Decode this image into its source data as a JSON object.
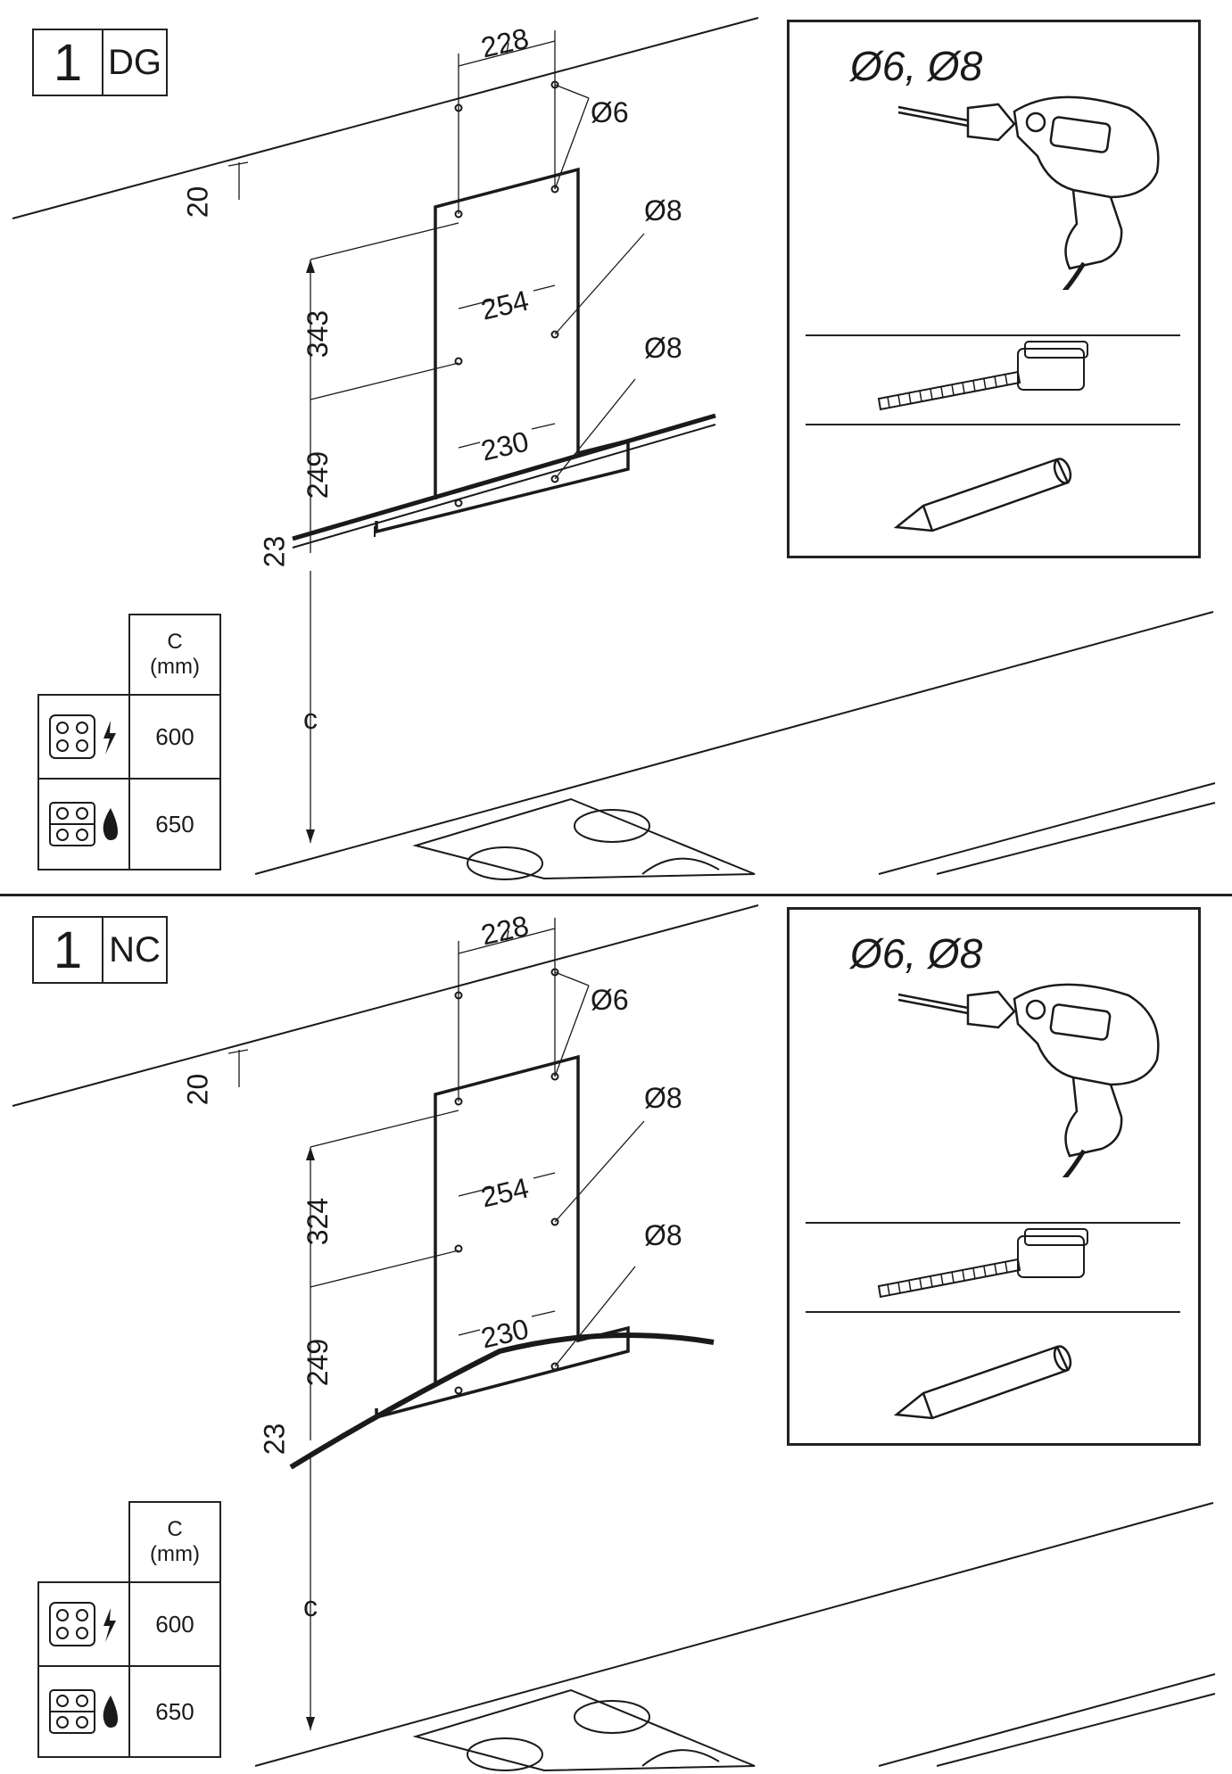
{
  "panels": [
    {
      "step_number": "1",
      "step_code": "DG",
      "drill_label": "Ø6, Ø8",
      "dims": {
        "top_width": "228",
        "mid_width": "254",
        "low_width": "230",
        "wall_offset": "20",
        "upper_height": "343",
        "lower_height": "249",
        "bottom_offset": "23",
        "clearance": "c"
      },
      "hole_labels": {
        "top": "Ø6",
        "mid": "Ø8",
        "low": "Ø8"
      },
      "table": {
        "header_line1": "C",
        "header_line2": "(mm)",
        "rows": [
          {
            "hob": "electric",
            "value": "600"
          },
          {
            "hob": "gas",
            "value": "650"
          }
        ]
      }
    },
    {
      "step_number": "1",
      "step_code": "NC",
      "drill_label": "Ø6, Ø8",
      "dims": {
        "top_width": "228",
        "mid_width": "254",
        "low_width": "230",
        "wall_offset": "20",
        "upper_height": "324",
        "lower_height": "249",
        "bottom_offset": "23",
        "clearance": "c"
      },
      "hole_labels": {
        "top": "Ø6",
        "mid": "Ø8",
        "low": "Ø8"
      },
      "table": {
        "header_line1": "C",
        "header_line2": "(mm)",
        "rows": [
          {
            "hob": "electric",
            "value": "600"
          },
          {
            "hob": "gas",
            "value": "650"
          }
        ]
      }
    }
  ],
  "icons": {
    "tools": [
      "drill-icon",
      "tape-measure-icon",
      "pencil-icon"
    ],
    "hob_types": [
      "electric-hob-icon",
      "lightning-icon",
      "gas-hob-icon",
      "flame-icon"
    ]
  },
  "colors": {
    "line": "#1a1a1a",
    "background": "#ffffff"
  }
}
